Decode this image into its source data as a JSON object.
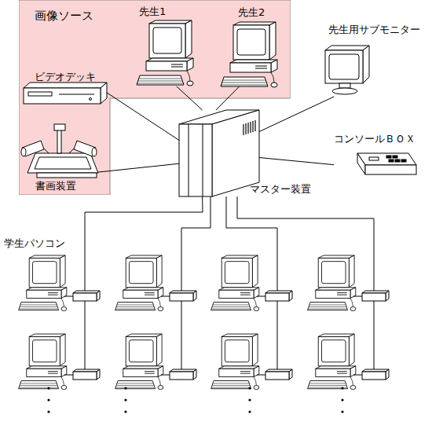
{
  "diagram": {
    "nodes": [
      {
        "text": [
          "画像ソース"
        ]
      },
      {
        "text": [
          "先生1"
        ],
        "in": 0
      },
      {
        "text": [
          "先生2"
        ],
        "in": 0
      },
      {
        "text": [
          "ビデオデッキ"
        ],
        "in": 0
      },
      {
        "text": [
          "書画装置"
        ],
        "in": 0
      },
      {
        "text": [
          "マスター装置"
        ]
      },
      {
        "text": [
          "先生用サブモニター"
        ]
      },
      {
        "text": [
          "コンソールＢＯＸ"
        ]
      },
      {
        "text": [
          "学生パソコン"
        ]
      }
    ],
    "edges": [
      {
        "from": 1,
        "to": 5,
        "arrow": "none"
      },
      {
        "from": 2,
        "to": 5,
        "arrow": "none"
      },
      {
        "from": 3,
        "to": 5,
        "arrow": "none"
      },
      {
        "from": 4,
        "to": 5,
        "arrow": "none"
      },
      {
        "from": 6,
        "to": 5,
        "arrow": "none"
      },
      {
        "from": 7,
        "to": 5,
        "arrow": "none"
      },
      {
        "from": 5,
        "to": 8,
        "arrow": "none"
      }
    ]
  }
}
